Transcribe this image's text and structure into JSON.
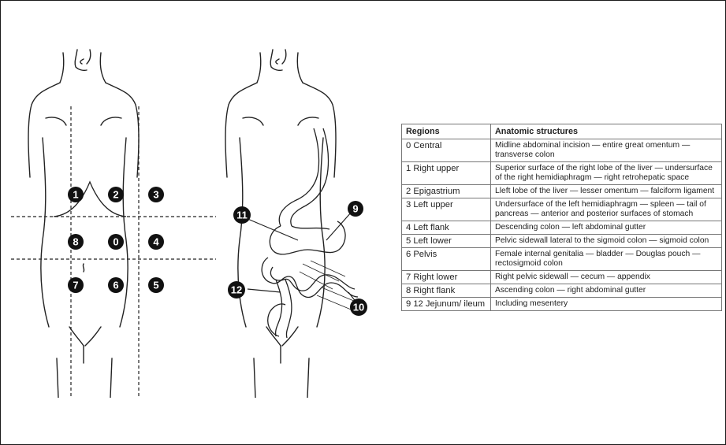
{
  "figure": {
    "left_badges": [
      "1",
      "2",
      "3",
      "8",
      "0",
      "4",
      "7",
      "6",
      "5"
    ],
    "right_badges": [
      "11",
      "9",
      "12",
      "10"
    ]
  },
  "table": {
    "headers": [
      "Regions",
      "Anatomic structures"
    ],
    "rows": [
      [
        "0 Central",
        "Midline abdominal incision — entire great omentum — transverse colon"
      ],
      [
        "1 Right upper",
        "Superior surface of the right lobe of the liver — undersurface of the right hemidiaphragm — right retrohepatic space"
      ],
      [
        "2 Epigastrium",
        "Lleft lobe of the liver — lesser omentum — falciform ligament"
      ],
      [
        "3 Left upper",
        "Undersurface of the left hemidiaphragm — spleen — tail of pancreas — anterior and posterior surfaces of stomach"
      ],
      [
        "4 Left flank",
        "Descending colon — left abdominal gutter"
      ],
      [
        "5 Left lower",
        "Pelvic sidewall lateral to the sigmoid colon — sigmoid colon"
      ],
      [
        "6 Pelvis",
        "Female internal genitalia — bladder — Douglas pouch — rectosigmoid colon"
      ],
      [
        "7 Right lower",
        "Right pelvic sidewall — cecum — appendix"
      ],
      [
        "8 Right flank",
        "Ascending colon — right abdominal gutter"
      ],
      [
        "9 12 Jejunum/ ileum",
        "Including mesentery"
      ]
    ]
  }
}
